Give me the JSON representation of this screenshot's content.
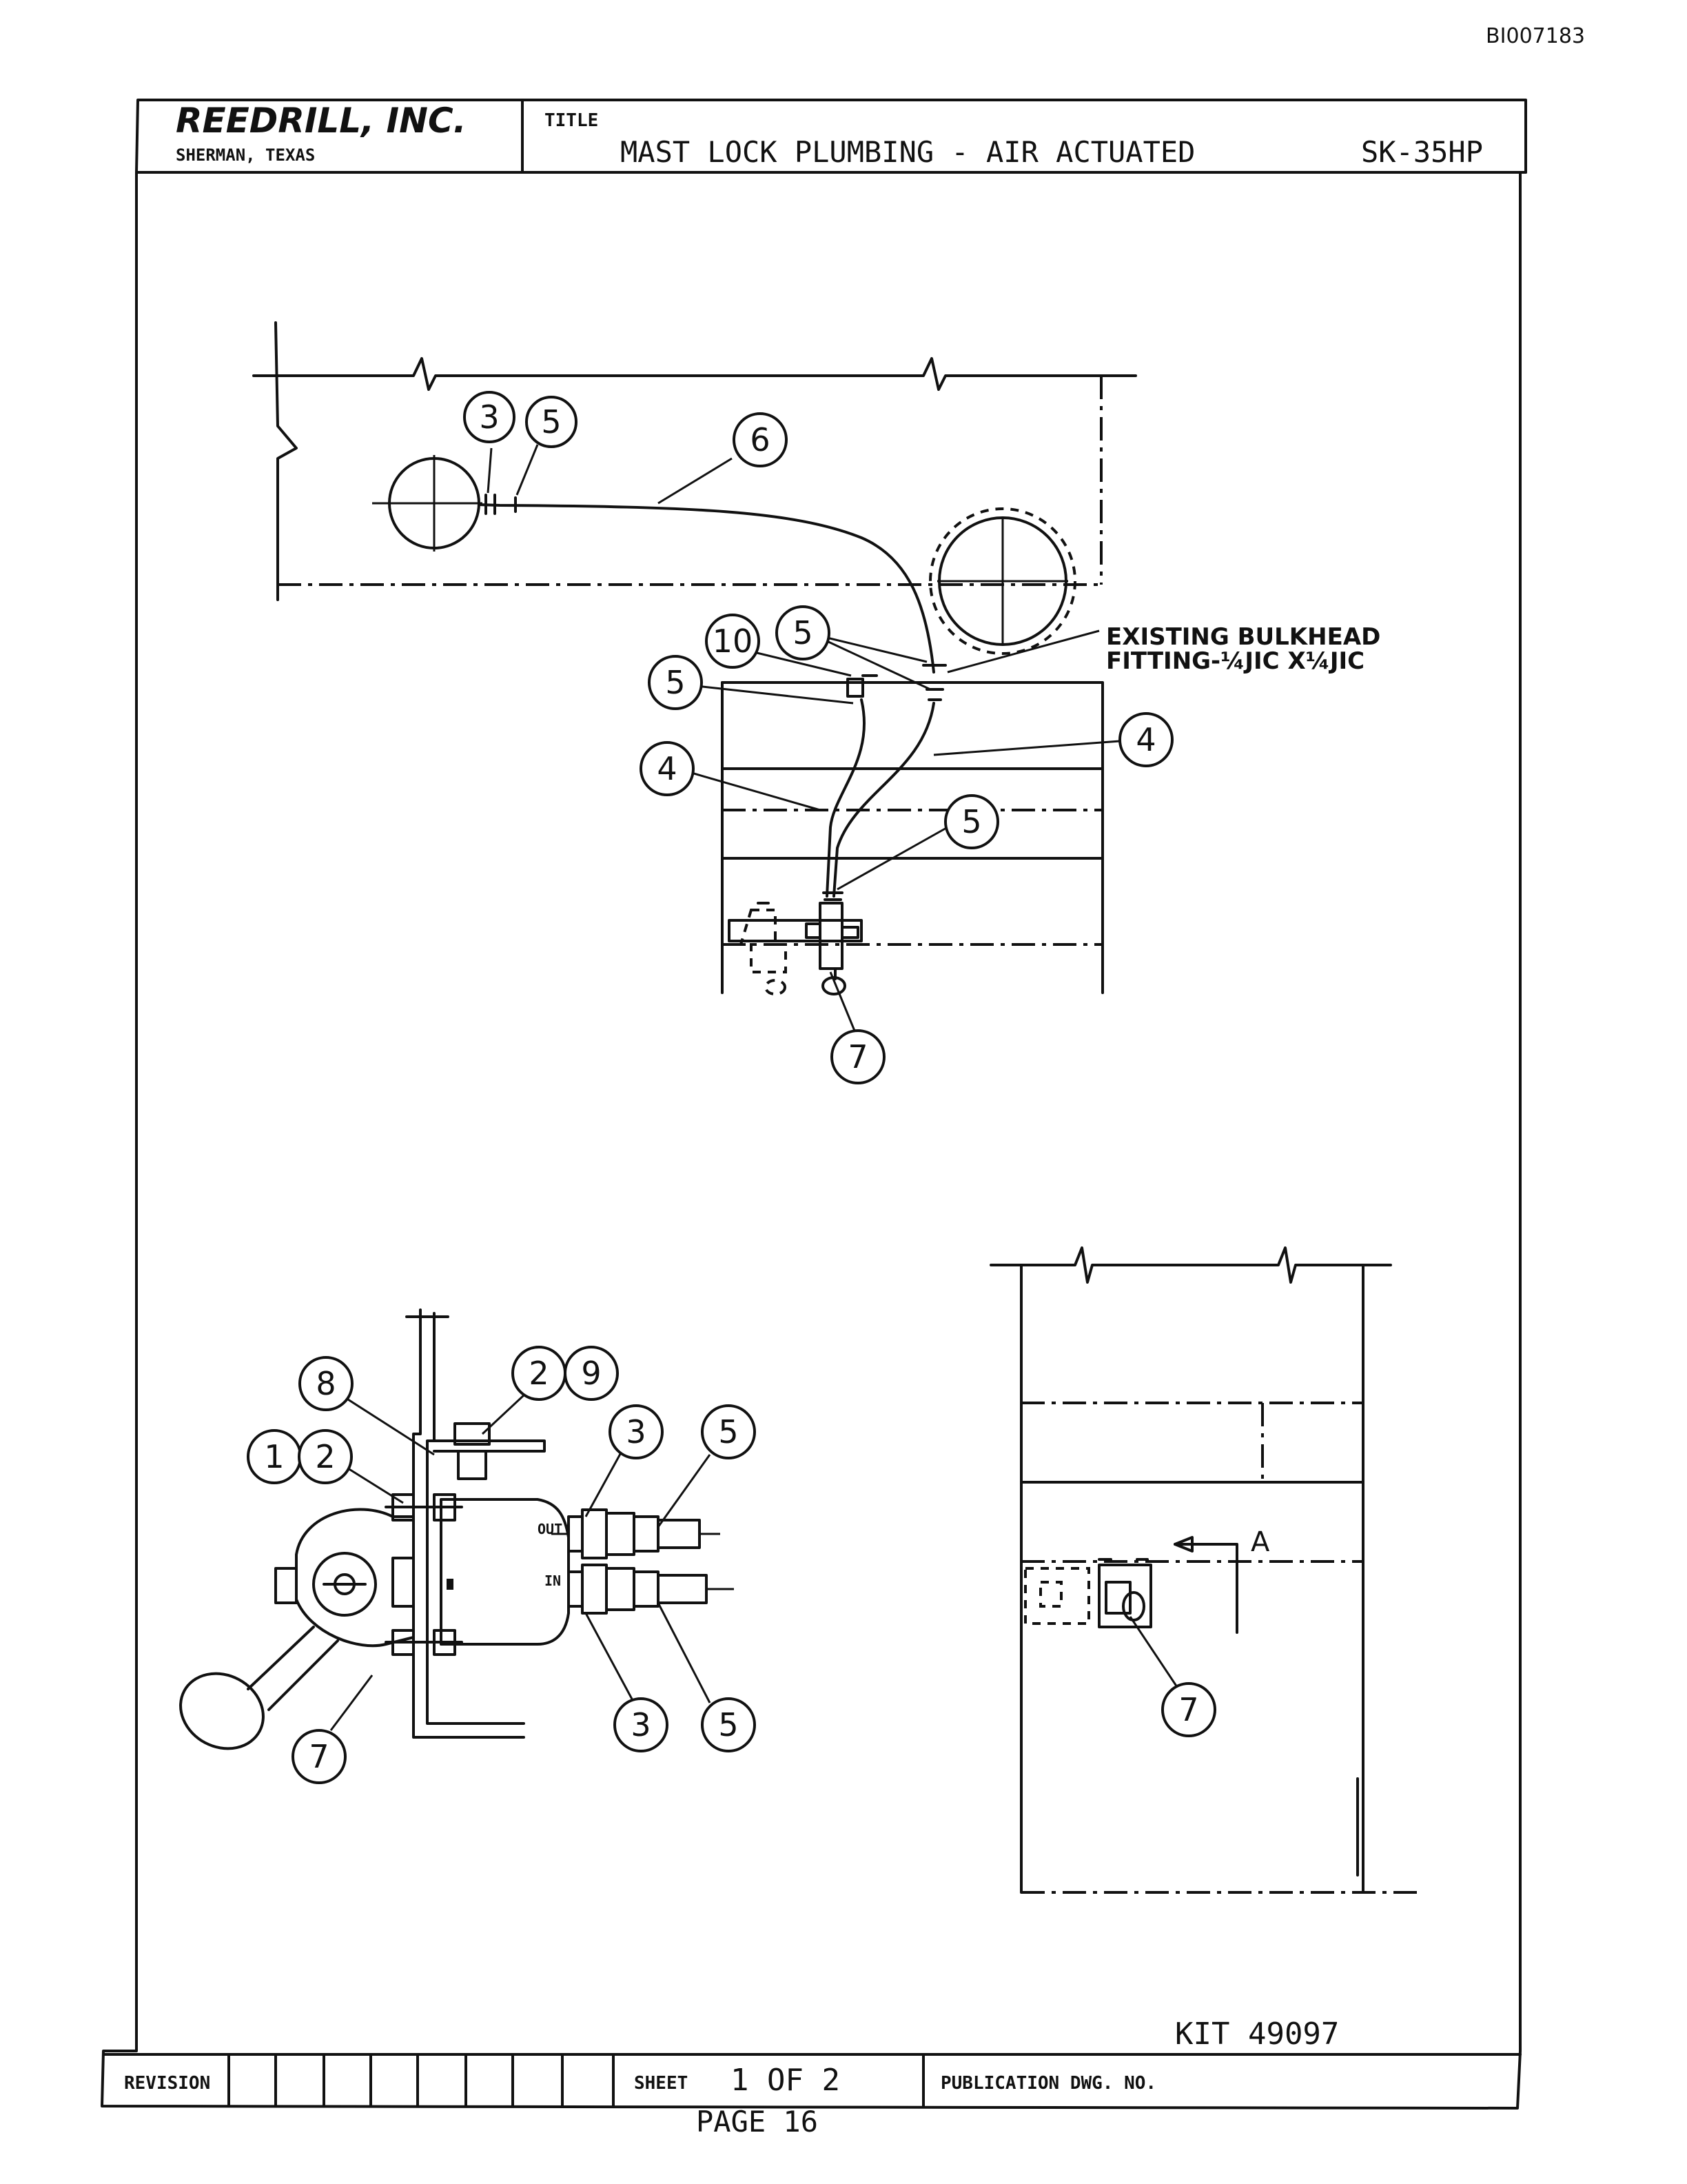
{
  "doc_id": "BI007183",
  "title_block": {
    "company": "REEDRILL, INC.",
    "location": "SHERMAN, TEXAS",
    "title_label": "TITLE",
    "title": "MAST LOCK PLUMBING - AIR ACTUATED",
    "model": "SK-35HP"
  },
  "callouts": {
    "top_view": [
      "3",
      "5",
      "6",
      "10",
      "5",
      "5",
      "4",
      "4",
      "5",
      "7"
    ],
    "detail_view": [
      "8",
      "2",
      "9",
      "1",
      "2",
      "3",
      "5",
      "3",
      "5",
      "7"
    ],
    "side_view": [
      "7"
    ]
  },
  "notes": {
    "bulkhead_line1": "EXISTING BULKHEAD",
    "bulkhead_line2": "FITTING-¼JIC X¼JIC",
    "section_mark": "A",
    "port_out": "OUT",
    "port_in": "IN"
  },
  "footer": {
    "kit": "KIT 49097",
    "revision_label": "REVISION",
    "sheet_label": "SHEET",
    "sheet_value": "1 OF 2",
    "publication_label": "PUBLICATION DWG. NO.",
    "page": "PAGE 16"
  }
}
